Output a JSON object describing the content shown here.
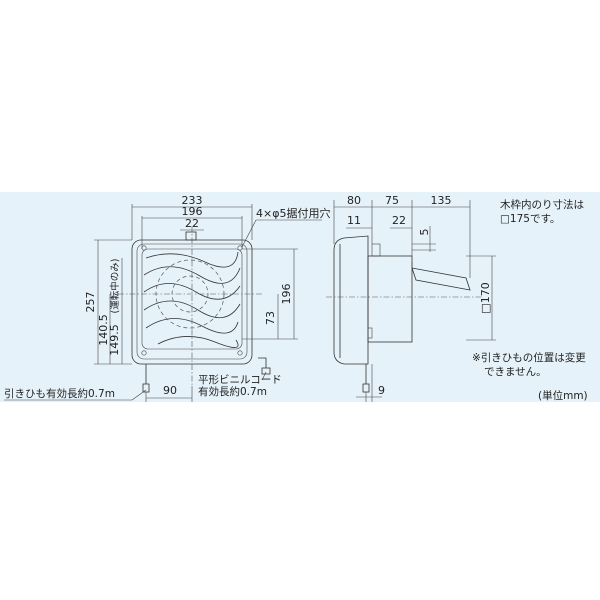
{
  "front": {
    "dims": {
      "w233": "233",
      "w196": "196",
      "w22": "22",
      "h257": "257",
      "h196": "196",
      "h73": "73",
      "h140_5": "140.5",
      "h149_5": "149.5",
      "h149_5_note": "(運転中のみ)",
      "w90": "90"
    },
    "labels": {
      "mount_holes": "4×φ5据付用穴",
      "cord_line1": "平形ビニルコード",
      "cord_line2": "有効長約0.7m",
      "pull_cord": "引きひも有効長約0.7m"
    }
  },
  "side": {
    "dims": {
      "d80": "80",
      "d75": "75",
      "d135": "135",
      "d11": "11",
      "d22": "22",
      "d5": "5",
      "d170": "□170",
      "d9": "9"
    }
  },
  "notes": {
    "frame_line1": "木枠内のり寸法は",
    "frame_line2": "□175です。",
    "pull_pos_line1": "※引きひもの位置は変更",
    "pull_pos_line2": "できません。",
    "unit": "(単位mm)"
  }
}
